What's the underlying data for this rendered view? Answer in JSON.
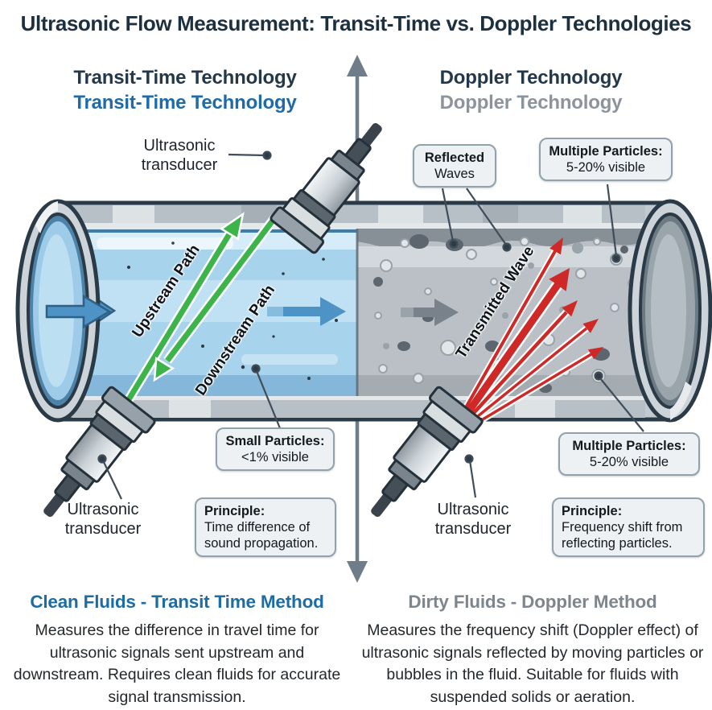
{
  "title": "Ultrasonic Flow Measurement: Transit-Time vs. Doppler Technologies",
  "colors": {
    "navy": "#23384b",
    "accent_blue": "#1e6ba8",
    "accent_gray": "#8b949c",
    "green_arrow": "#3cb44a",
    "red_arrow": "#ce2926",
    "flow_blue": "#4e93c6",
    "flow_gray": "#79828b"
  },
  "left": {
    "heading_dark": "Transit-Time Technology",
    "heading_accent": "Transit-Time Technology",
    "transducer_top_label": "Ultrasonic transducer",
    "transducer_bottom_label": "Ultrasonic transducer",
    "upstream_label": "Upstream Path",
    "downstream_label": "Downstream Path",
    "callouts": {
      "small_particles": {
        "title": "Small Particles:",
        "body": "<1% visible"
      },
      "principle": {
        "title": "Principle:",
        "body": "Time difference of sound propagation."
      }
    },
    "footer": {
      "heading": "Clean Fluids - Transit Time Method",
      "body": "Measures the difference in travel time for ultrasonic signals sent upstream and downstream. Requires clean fluids for accurate signal transmission."
    }
  },
  "right": {
    "heading_dark": "Doppler Technology",
    "heading_accent": "Doppler Technology",
    "transducer_bottom_label": "Ultrasonic transducer",
    "transmitted_label": "Transmitted Wave",
    "callouts": {
      "reflected": {
        "title": "Reflected",
        "body": "Waves"
      },
      "multiple_top": {
        "title": "Multiple Particles:",
        "body": "5-20% visible"
      },
      "multiple_bottom": {
        "title": "Multiple Particles:",
        "body": "5-20% visible"
      },
      "principle": {
        "title": "Principle:",
        "body": "Frequency shift from reflecting particles."
      }
    },
    "footer": {
      "heading": "Dirty Fluids - Doppler Method",
      "body": "Measures the frequency shift (Doppler effect) of ultrasonic signals reflected by moving particles or bubbles in the fluid. Suitable for fluids with suspended solids or aeration."
    }
  }
}
